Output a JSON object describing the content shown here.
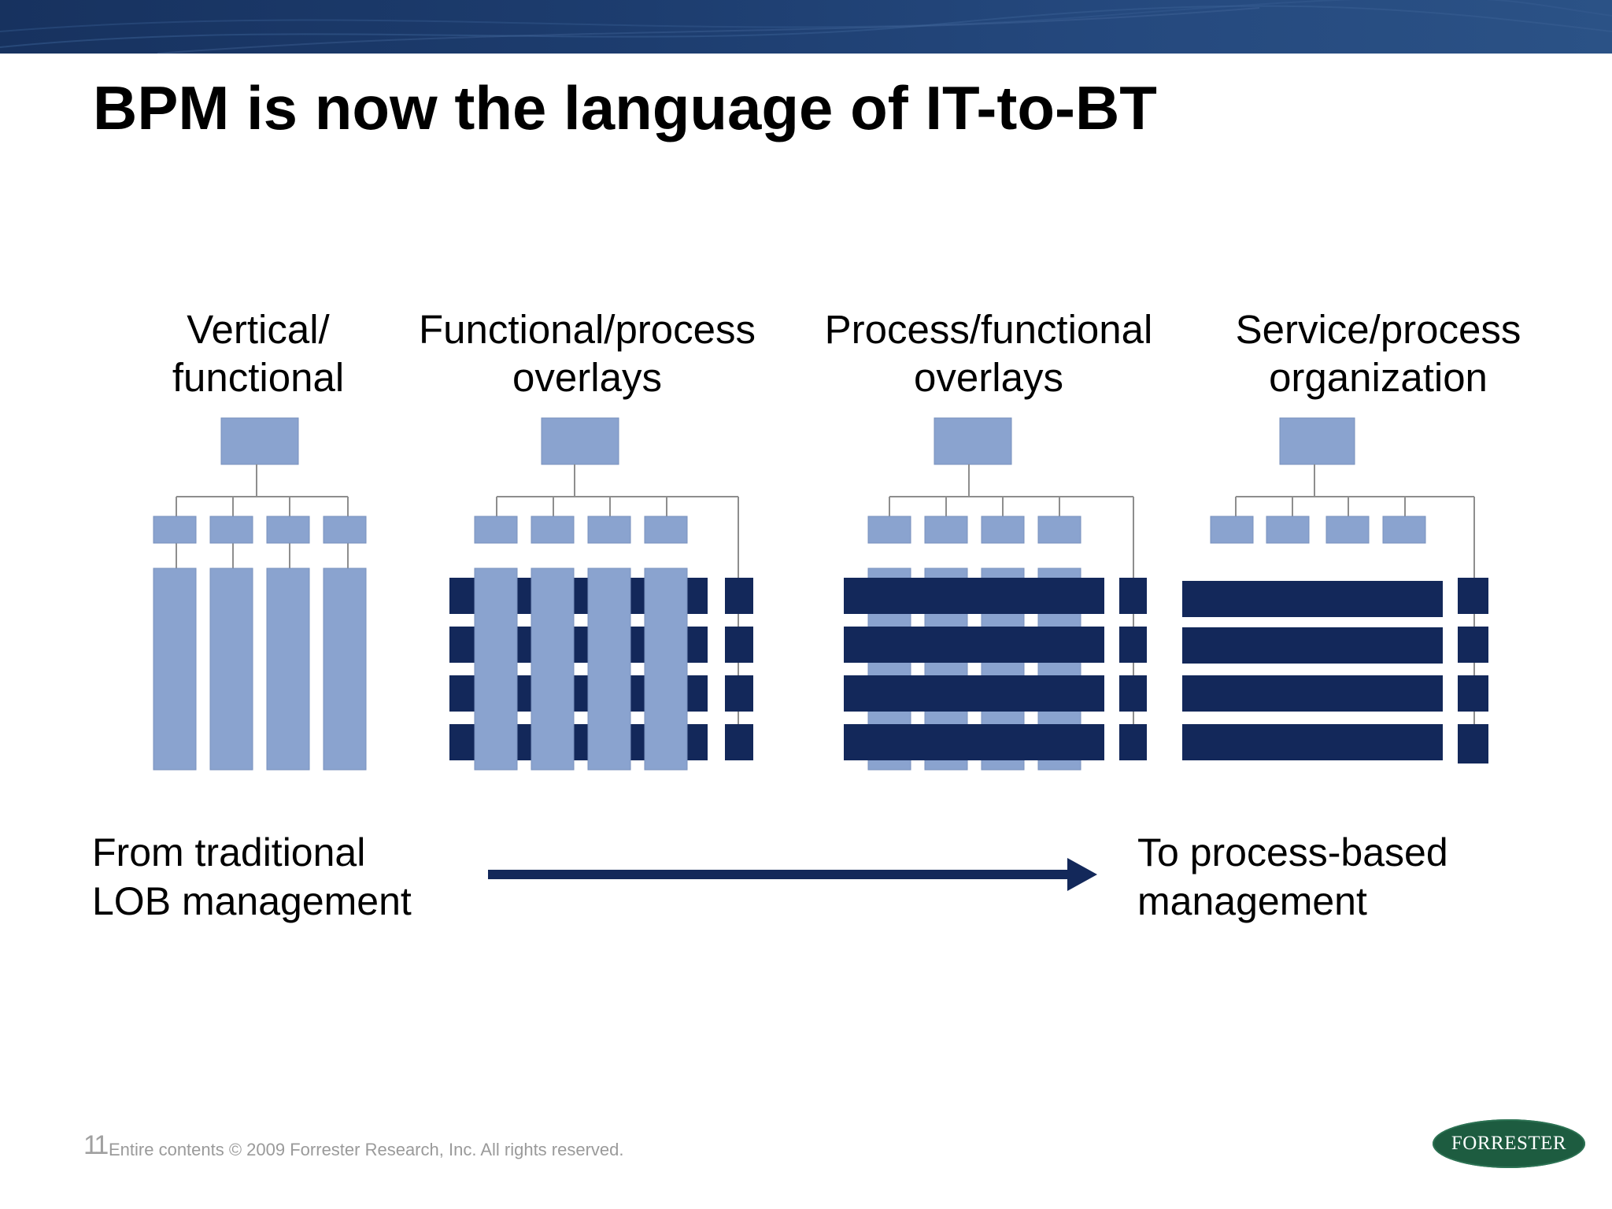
{
  "slide": {
    "title": "BPM is now the language of IT-to-BT"
  },
  "columns": [
    {
      "line1": "Vertical/",
      "line2": "functional"
    },
    {
      "line1": "Functional/process",
      "line2": "overlays"
    },
    {
      "line1": "Process/functional",
      "line2": "overlays"
    },
    {
      "line1": "Service/process",
      "line2": "organization"
    }
  ],
  "captions": {
    "from_line1": "From traditional",
    "from_line2": "LOB management",
    "to_line1": "To process-based",
    "to_line2": "management"
  },
  "footer": {
    "page_number": "11",
    "copyright": "Entire contents © 2009  Forrester Research, Inc. All rights reserved.",
    "logo_text": "FORRESTER"
  },
  "colors": {
    "light_box": "#8aa3cf",
    "dark_box": "#13285a",
    "connector": "#8e8e8e",
    "arrow": "#13285a"
  }
}
